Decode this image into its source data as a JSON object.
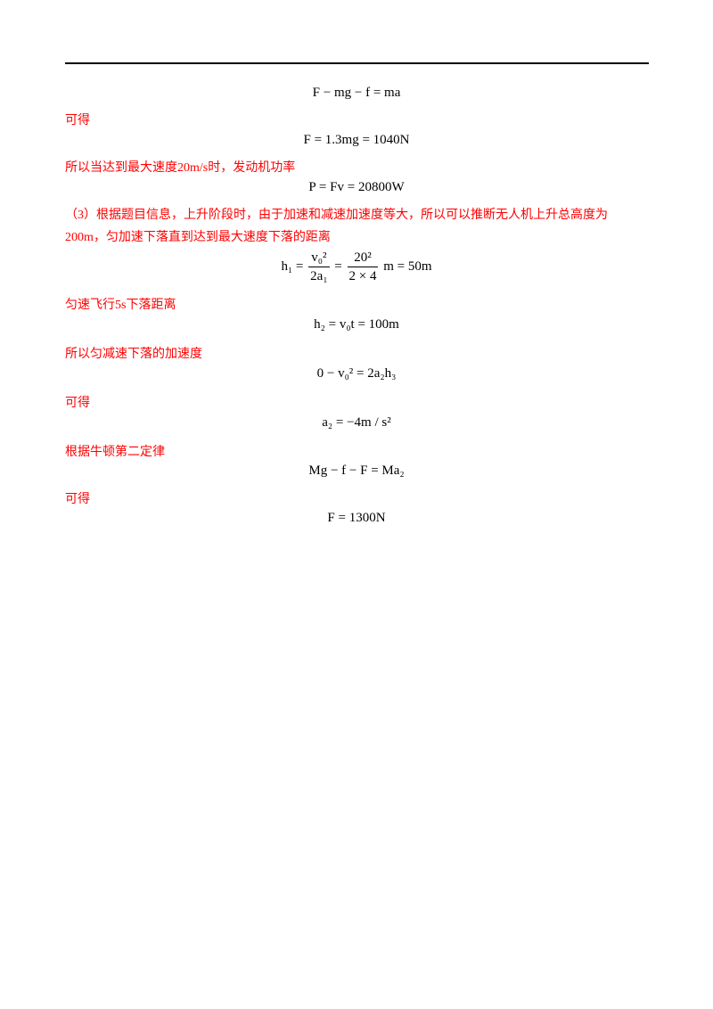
{
  "eq1": {
    "text": "F − mg − f = ma"
  },
  "text1": "可得",
  "eq2": {
    "text": "F = 1.3mg = 1040N"
  },
  "text2": "所以当达到最大速度20m/s时，发动机功率",
  "eq3": {
    "text": "P = Fv = 20800W"
  },
  "text3a": "（3）根据题目信息，上升阶段时，由于加速和减速加速度等大，所以可以推断无人机上升总高度为",
  "text3b": "200m，匀加速下落直到达到最大速度下落的距离",
  "eq4": {
    "lhs": "h₁ =",
    "frac1_num": "v₀²",
    "frac1_den": "2a₁",
    "frac2_num": "20²",
    "frac2_den": "2 × 4",
    "rhs": "m = 50m"
  },
  "text4": "匀速飞行5s下落距离",
  "eq5": {
    "text": "h₂ = v₀t = 100m"
  },
  "text5": "所以匀减速下落的加速度",
  "eq6": {
    "text": "0 − v₀² = 2a₂h₃"
  },
  "text6": "可得",
  "eq7": {
    "text": "a₂ = −4m / s²"
  },
  "text7": "根据牛顿第二定律",
  "eq8": {
    "text": "Mg − f − F = Ma₂"
  },
  "text8": "可得",
  "eq9": {
    "text": "F = 1300N"
  }
}
